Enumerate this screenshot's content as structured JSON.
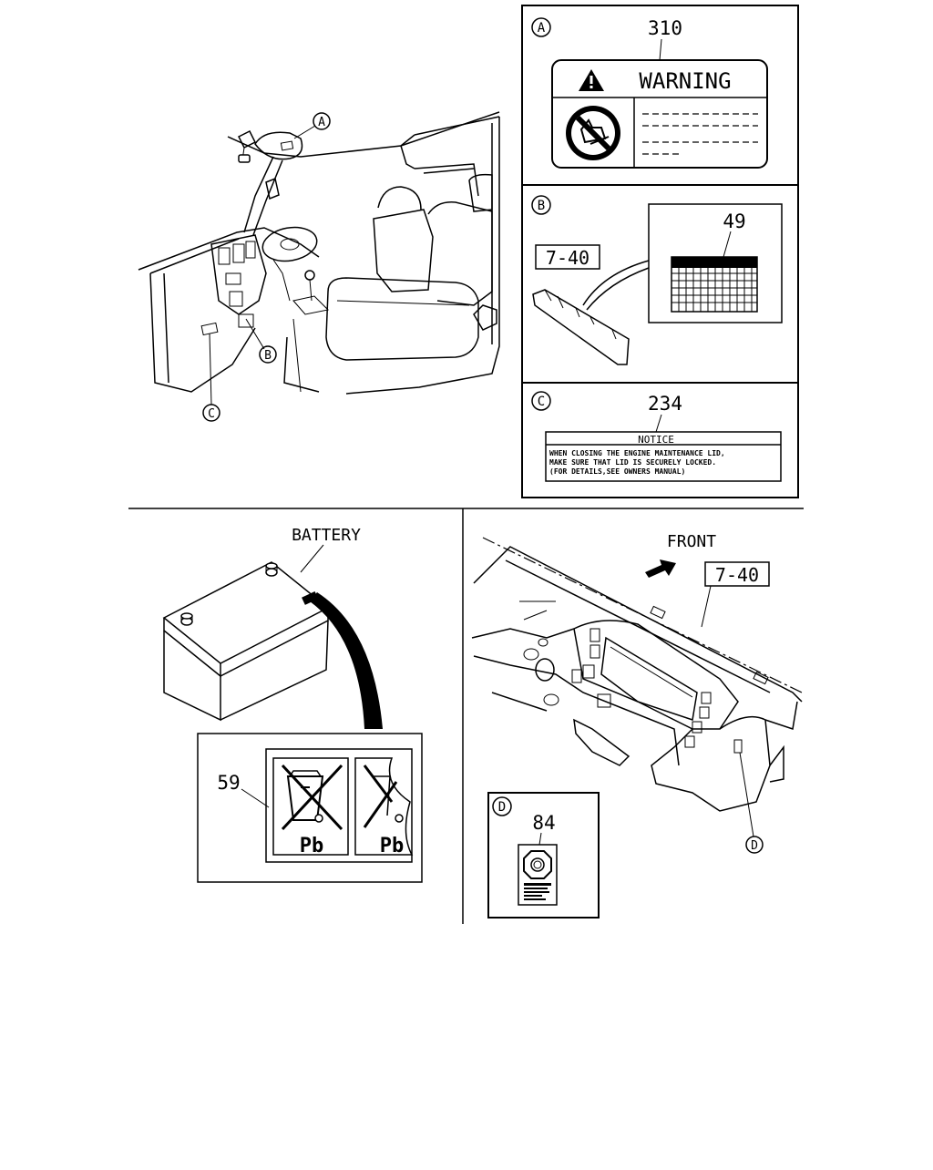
{
  "callouts": {
    "a": "A",
    "b": "B",
    "c": "C",
    "d": "D"
  },
  "panel_a": {
    "part_number": "310",
    "label_title": "WARNING"
  },
  "panel_b": {
    "ref_box": "7-40",
    "part_number": "49"
  },
  "panel_c": {
    "part_number": "234",
    "notice_title": "NOTICE",
    "notice_lines": [
      "WHEN CLOSING THE ENGINE MAINTENANCE LID,",
      "MAKE SURE THAT LID IS SECURELY LOCKED.",
      "(FOR DETAILS,SEE OWNERS MANUAL)"
    ]
  },
  "battery_view": {
    "title": "BATTERY",
    "part_number": "59",
    "label_text_left": "Pb",
    "label_text_right": "Pb"
  },
  "dashboard_view": {
    "direction_label": "FRONT",
    "ref_box": "7-40"
  },
  "panel_d": {
    "part_number": "84"
  }
}
